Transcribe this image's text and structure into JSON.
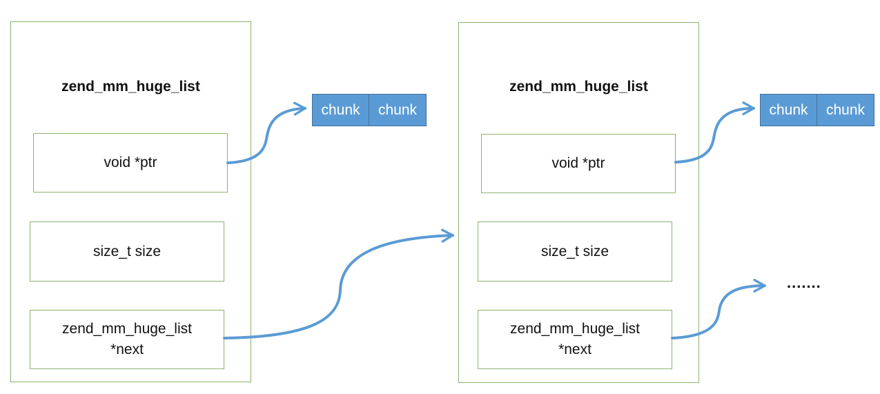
{
  "structs": [
    {
      "title": "zend_mm_huge_list",
      "fields": [
        "void *ptr",
        "size_t size",
        "zend_mm_huge_list",
        "*next"
      ],
      "chunks": [
        "chunk",
        "chunk"
      ]
    },
    {
      "title": "zend_mm_huge_list",
      "fields": [
        "void *ptr",
        "size_t size",
        "zend_mm_huge_list",
        "*next"
      ],
      "chunks": [
        "chunk",
        "chunk"
      ]
    }
  ],
  "continuation": ".......",
  "colors": {
    "border": "#8ab26e",
    "arrow": "#5b9bd5",
    "chunk_fill": "#5b9bd5",
    "chunk_border": "#41719c"
  }
}
